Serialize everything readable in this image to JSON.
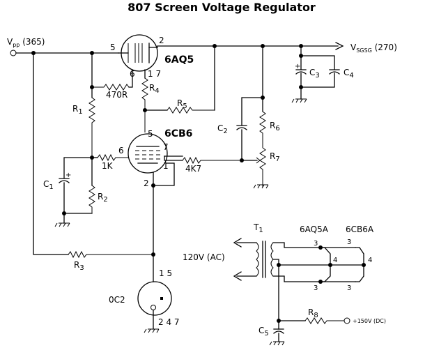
{
  "title": "807 Screen Voltage Regulator",
  "terminals": {
    "vpp": {
      "main": "V",
      "sub": "pp",
      "value": "(365)"
    },
    "vsgsg": {
      "main": "V",
      "sub": "SGSG",
      "value": "(270)"
    },
    "ac_in": "120V (AC)",
    "dc_out": "+150V (DC)"
  },
  "tubes": {
    "tube_6aq5": {
      "name": "6AQ5",
      "pin_5": "5",
      "pin_2": "2",
      "pin_6": "6",
      "pin_17": "1 7"
    },
    "tube_6cb6": {
      "name": "6CB6",
      "pin_5": "5",
      "pin_6": "6",
      "pin_7": "7",
      "pin_1": "1",
      "pin_2": "2"
    },
    "tube_0c2": {
      "name": "0C2",
      "pin_15": "1 5",
      "pin_247": "2 4 7"
    }
  },
  "components": {
    "r1": "R",
    "r1_sub": "1",
    "r2": "R",
    "r2_sub": "2",
    "r3": "R",
    "r3_sub": "3",
    "r4": "R",
    "r4_sub": "4",
    "r5": "R",
    "r5_sub": "5",
    "r6": "R",
    "r6_sub": "6",
    "r7": "R",
    "r7_sub": "7",
    "r8": "R",
    "r8_sub": "8",
    "c1": "C",
    "c1_sub": "1",
    "c2": "C",
    "c2_sub": "2",
    "c3": "C",
    "c3_sub": "3",
    "c4": "C",
    "c4_sub": "4",
    "c5": "C",
    "c5_sub": "5",
    "t1": "T",
    "t1_sub": "1",
    "r_470": "470R",
    "r_1k": "1K",
    "r_4k7": "4K7"
  },
  "heater": {
    "tube_a": "6AQ5A",
    "tube_b": "6CB6A",
    "pin_3a_top": "3",
    "pin_3b_top": "3",
    "pin_4a": "4",
    "pin_4b": "4",
    "pin_3a_bot": "3",
    "pin_3b_bot": "3"
  },
  "polarity_mark": "+"
}
